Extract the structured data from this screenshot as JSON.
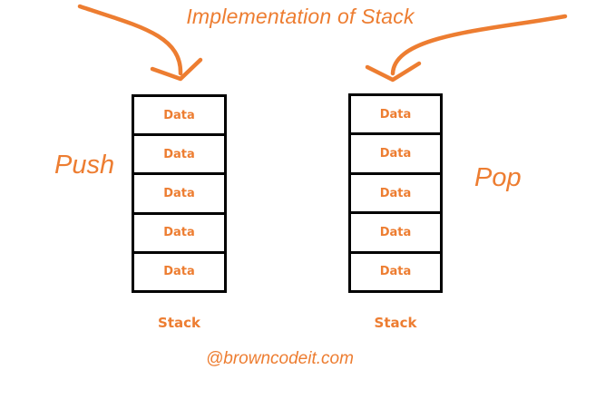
{
  "title": "Implementation of Stack",
  "push_label": "Push",
  "pop_label": "Pop",
  "left_stack": {
    "label": "Stack",
    "cells": [
      "Data",
      "Data",
      "Data",
      "Data",
      "Data"
    ]
  },
  "right_stack": {
    "label": "Stack",
    "cells": [
      "Data",
      "Data",
      "Data",
      "Data",
      "Data"
    ]
  },
  "watermark": "@browncodeit.com",
  "icons": {
    "push_arrow": "curved-down-arrow",
    "pop_arrow": "curved-down-arrow"
  },
  "colors": {
    "accent": "#ED7D31",
    "stack_border": "#000000",
    "background": "#FFFFFF"
  }
}
